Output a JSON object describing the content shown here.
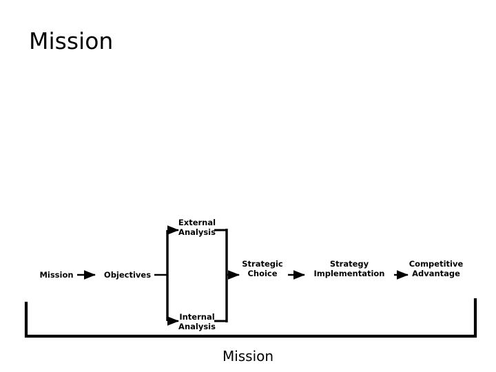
{
  "slide": {
    "title": "Mission",
    "background_color": "#ffffff",
    "line_color": "#000000",
    "text_color": "#000000"
  },
  "diagram": {
    "caption": "Mission",
    "type": "process-flow",
    "nodes": {
      "mission": {
        "label": "Mission"
      },
      "objectives": {
        "label": "Objectives"
      },
      "external_analysis": {
        "line1": "External",
        "line2": "Analysis"
      },
      "internal_analysis": {
        "line1": "Internal",
        "line2": "Analysis"
      },
      "strategic_choice": {
        "line1": "Strategic",
        "line2": "Choice"
      },
      "strategy_implementation": {
        "line1": "Strategy",
        "line2": "Implementation"
      },
      "competitive_advantage": {
        "line1": "Competitive",
        "line2": "Advantage"
      }
    },
    "flow_order": [
      "Mission",
      "Objectives",
      "External Analysis",
      "Internal Analysis",
      "Strategic Choice",
      "Strategy Implementation",
      "Competitive Advantage"
    ],
    "feedback_loop": {
      "from": "Competitive Advantage",
      "to": "Mission",
      "label": "Mission"
    }
  }
}
